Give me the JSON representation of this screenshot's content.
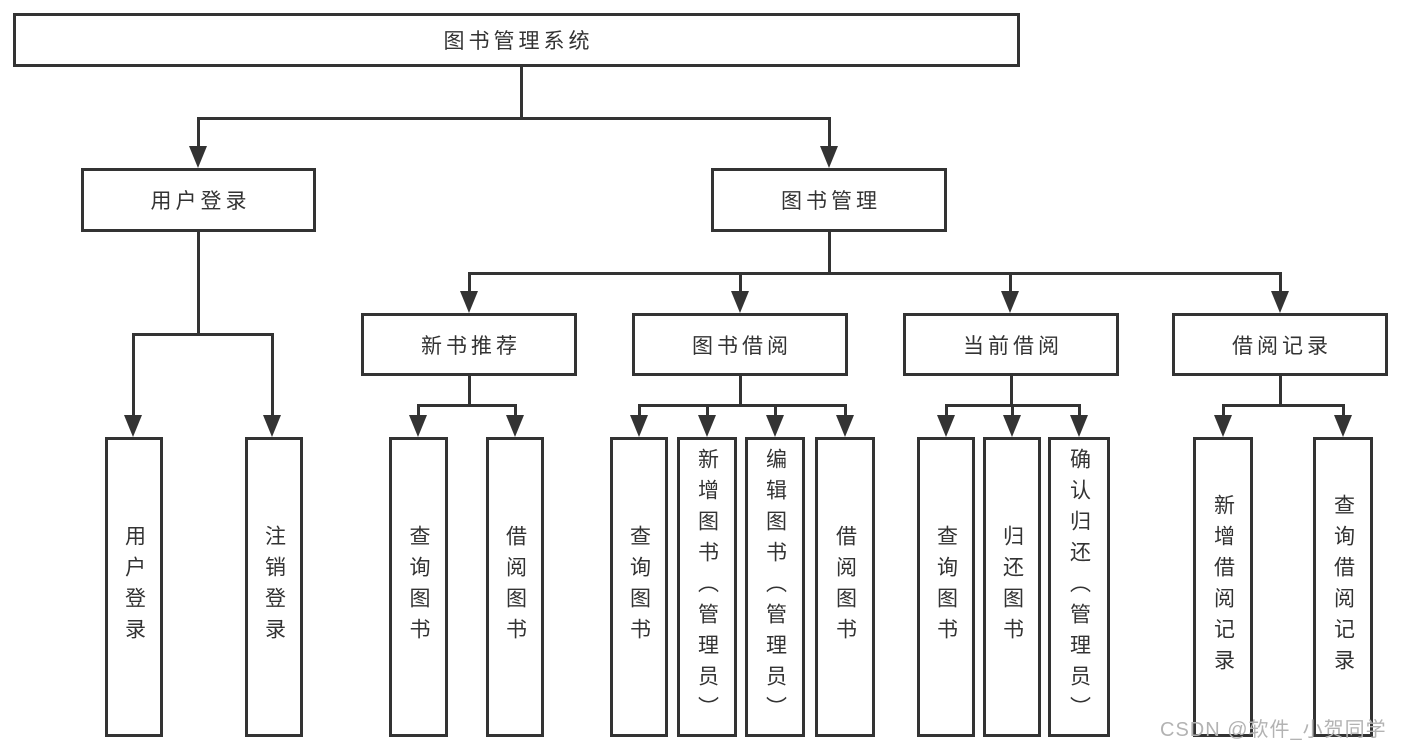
{
  "diagram": {
    "root": {
      "label": "图书管理系统"
    },
    "level2": [
      {
        "label": "用户登录"
      },
      {
        "label": "图书管理"
      }
    ],
    "level3": [
      {
        "label": "新书推荐"
      },
      {
        "label": "图书借阅"
      },
      {
        "label": "当前借阅"
      },
      {
        "label": "借阅记录"
      }
    ],
    "leaves": {
      "user_login": [
        {
          "label": "用户登录"
        },
        {
          "label": "注销登录"
        }
      ],
      "new_book": [
        {
          "label": "查询图书"
        },
        {
          "label": "借阅图书"
        }
      ],
      "book_borrow": [
        {
          "label": "查询图书"
        },
        {
          "label": "新增图书（管理员）"
        },
        {
          "label": "编辑图书（管理员）"
        },
        {
          "label": "借阅图书"
        }
      ],
      "current_borrow": [
        {
          "label": "查询图书"
        },
        {
          "label": "归还图书"
        },
        {
          "label": "确认归还（管理员）"
        }
      ],
      "borrow_record": [
        {
          "label": "新增借阅记录"
        },
        {
          "label": "查询借阅记录"
        }
      ]
    },
    "watermark": {
      "text": "CSDN @软件_小贺同学"
    },
    "colors": {
      "border": "#333333",
      "line": "#333333",
      "text": "#333333",
      "background": "#ffffff",
      "watermark": "#b3b3b3"
    }
  }
}
